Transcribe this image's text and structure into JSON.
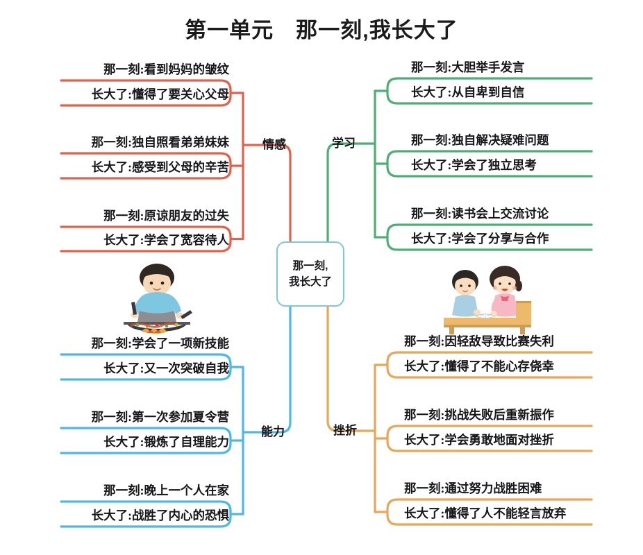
{
  "page": {
    "title": "第一单元　那一刻,我长大了",
    "center_line1": "那一刻,",
    "center_line2": "我长大了"
  },
  "colors": {
    "emotion": "#e2614a",
    "study": "#4caf73",
    "ability": "#4db8e8",
    "setback": "#e8a757",
    "center_border": "#7ec8dd",
    "text": "#15151a"
  },
  "branches": [
    {
      "id": "emotion",
      "label": "情感",
      "color": "#e2614a",
      "side": "left",
      "nodes": [
        {
          "moment": "那一刻:看到妈妈的皱纹",
          "grown": "长大了:懂得了要关心父母"
        },
        {
          "moment": "那一刻:独自照看弟弟妹妹",
          "grown": "长大了:感受到父母的辛苦"
        },
        {
          "moment": "那一刻:原谅朋友的过失",
          "grown": "长大了:学会了宽容待人"
        }
      ]
    },
    {
      "id": "study",
      "label": "学习",
      "color": "#4caf73",
      "side": "right",
      "nodes": [
        {
          "moment": "那一刻:大胆举手发言",
          "grown": "长大了:从自卑到自信"
        },
        {
          "moment": "那一刻:独自解决疑难问题",
          "grown": "长大了:学会了独立思考"
        },
        {
          "moment": "那一刻:读书会上交流讨论",
          "grown": "长大了:学会了分享与合作"
        }
      ]
    },
    {
      "id": "ability",
      "label": "能力",
      "color": "#4db8e8",
      "side": "left",
      "nodes": [
        {
          "moment": "那一刻:学会了一项新技能",
          "grown": "长大了:又一次突破自我"
        },
        {
          "moment": "那一刻:第一次参加夏令营",
          "grown": "长大了:锻炼了自理能力"
        },
        {
          "moment": "那一刻:晚上一个人在家",
          "grown": "长大了:战胜了内心的恐惧"
        }
      ]
    },
    {
      "id": "setback",
      "label": "挫折",
      "color": "#e8a757",
      "side": "right",
      "nodes": [
        {
          "moment": "那一刻:因轻敌导致比赛失利",
          "grown": "长大了:懂得了不能心存侥幸"
        },
        {
          "moment": "那一刻:挑战失败后重新振作",
          "grown": "长大了:学会勇敢地面对挫折"
        },
        {
          "moment": "那一刻:通过努力战胜困难",
          "grown": "长大了:懂得了人不能轻言放弃"
        }
      ]
    }
  ],
  "illustrations": [
    {
      "id": "boy-cooking",
      "name": "boy-cooking-illustration"
    },
    {
      "id": "kids-reading",
      "name": "kids-reading-illustration"
    }
  ]
}
